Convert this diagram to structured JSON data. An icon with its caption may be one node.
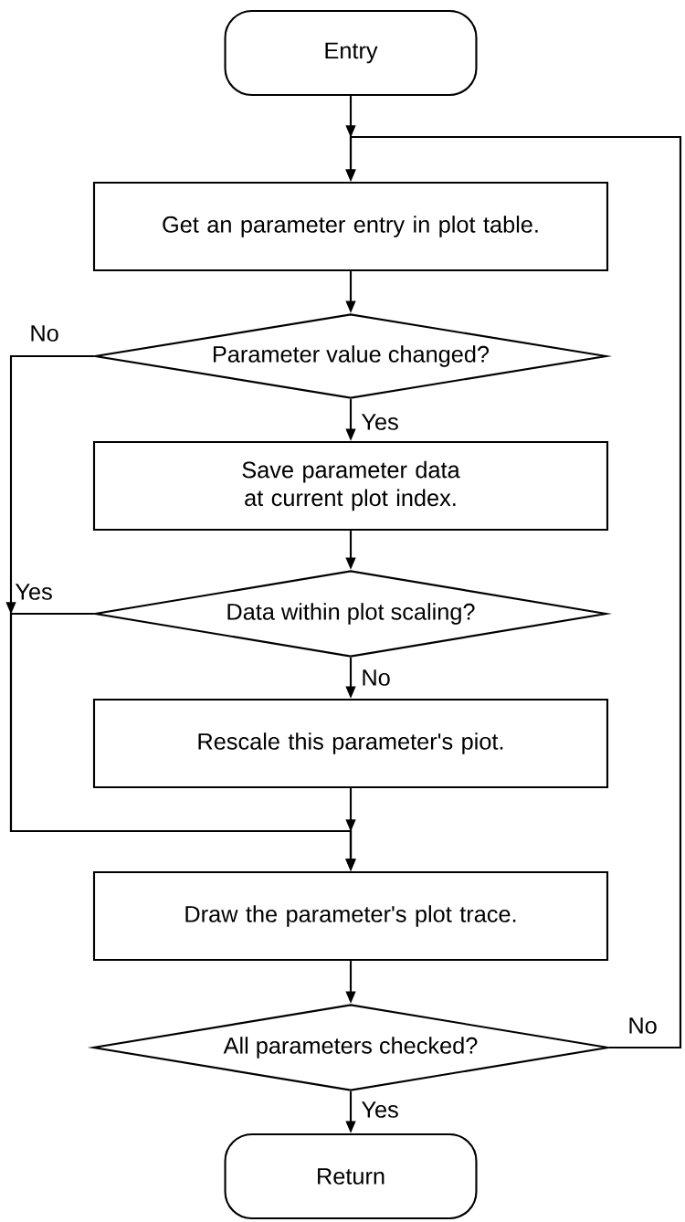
{
  "diagram": {
    "nodes": [
      {
        "text": [
          "Entry"
        ]
      },
      {
        "text": [
          "Get an parameter entry in plot table."
        ]
      },
      {
        "text": [
          "Parameter value changed?"
        ]
      },
      {
        "text": [
          "Save parameter data at current plot index."
        ]
      },
      {
        "text": [
          "Data within plot scaling?"
        ]
      },
      {
        "text": [
          "Rescale this parameter's piot."
        ]
      },
      {
        "text": [
          "Draw the parameter's plot trace."
        ]
      },
      {
        "text": [
          "All parameters checked?"
        ]
      },
      {
        "text": [
          "Return"
        ]
      }
    ],
    "edges": [
      {
        "from": 0,
        "to": 1,
        "arrow": "to"
      },
      {
        "from": 1,
        "to": 2,
        "arrow": "to"
      },
      {
        "from": 2,
        "to": 3,
        "arrow": "to",
        "label": "Yes"
      },
      {
        "from": 2,
        "to": 6,
        "arrow": "to",
        "label": "No"
      },
      {
        "from": 3,
        "to": 4,
        "arrow": "to"
      },
      {
        "from": 4,
        "to": 5,
        "arrow": "to",
        "label": "No"
      },
      {
        "from": 4,
        "to": 6,
        "arrow": "to",
        "label": "Yes"
      },
      {
        "from": 5,
        "to": 6,
        "arrow": "to"
      },
      {
        "from": 6,
        "to": 7,
        "arrow": "to"
      },
      {
        "from": 7,
        "to": 8,
        "arrow": "to",
        "label": "Yes"
      },
      {
        "from": 7,
        "to": 1,
        "arrow": "to",
        "label": "No"
      }
    ]
  }
}
